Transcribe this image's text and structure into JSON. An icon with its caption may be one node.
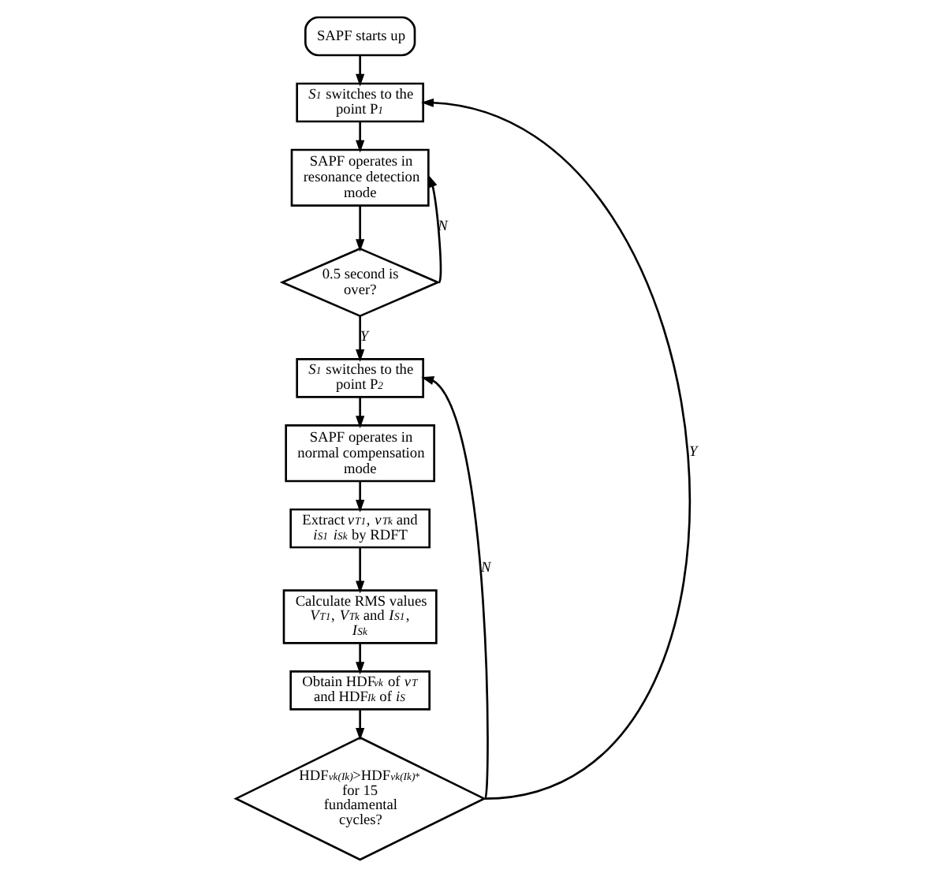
{
  "diagram": {
    "nodes": [
      {
        "text": [
          "SAPF starts up"
        ]
      },
      {
        "text": [
          "*S*$_{1}$ switches to the point P$_{1}$"
        ]
      },
      {
        "text": [
          "SAPF operates in resonance detection mode"
        ]
      },
      {
        "text": [
          "0.5 second is over?"
        ]
      },
      {
        "text": [
          "*S*$_{1}$ switches to the point P$_{2}$"
        ]
      },
      {
        "text": [
          "SAPF operates in normal compensation mode"
        ]
      },
      {
        "text": [
          "Extract *v*$_{T1}$, *v*$_{Tk}$ and *i*$_{S1}$ *i*$_{Sk}$ by RDFT"
        ]
      },
      {
        "text": [
          "Calculate RMS values *V*$_{T1}$, *V*$_{Tk}$ and *I*$_{S1}$, *I*$_{Sk}$"
        ]
      },
      {
        "text": [
          "Obtain HDF$_{vk}$ of *v*$_{T}$ and HDF$_{Ik}$ of *i*$_{S}$"
        ]
      },
      {
        "text": [
          "HDF$_{vk(Ik)}$>HDF$_{vk(Ik)}$$^{*}$ for 15 fundamental cycles?"
        ]
      }
    ],
    "edges": [
      {
        "from": 0,
        "to": 1,
        "arrow": "to"
      },
      {
        "from": 1,
        "to": 2,
        "arrow": "to"
      },
      {
        "from": 2,
        "to": 3,
        "arrow": "to"
      },
      {
        "from": 3,
        "to": 4,
        "label": "Y",
        "arrow": "to"
      },
      {
        "from": 3,
        "to": 2,
        "label": "N",
        "arrow": "to"
      },
      {
        "from": 4,
        "to": 5,
        "arrow": "to"
      },
      {
        "from": 5,
        "to": 6,
        "arrow": "to"
      },
      {
        "from": 6,
        "to": 7,
        "arrow": "to"
      },
      {
        "from": 7,
        "to": 8,
        "arrow": "to"
      },
      {
        "from": 8,
        "to": 9,
        "arrow": "to"
      },
      {
        "from": 9,
        "to": 1,
        "label": "Y",
        "arrow": "to"
      },
      {
        "from": 9,
        "to": 4,
        "label": "N",
        "arrow": "to"
      }
    ]
  }
}
